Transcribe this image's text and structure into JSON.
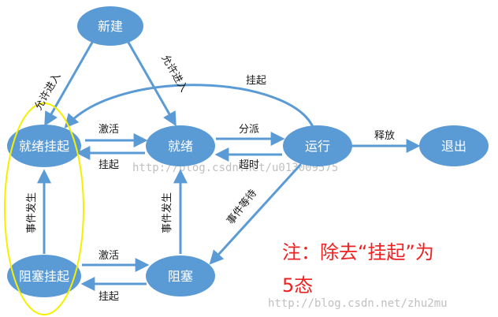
{
  "nodes": {
    "new": "新建",
    "ready": "就绪",
    "running": "运行",
    "exit": "退出",
    "ready_suspend": "就绪挂起",
    "blocked": "阻塞",
    "blocked_suspend": "阻塞挂起"
  },
  "edges": {
    "admit_left": "允许进入",
    "admit_right": "允许进入",
    "suspend_top": "挂起",
    "activate_top": "激活",
    "suspend_mid": "挂起",
    "dispatch": "分派",
    "timeout": "超时",
    "release": "释放",
    "event_occurs_left": "事件发生",
    "event_occurs_mid": "事件发生",
    "event_wait": "事件等待",
    "activate_bottom": "激活",
    "suspend_bottom": "挂起"
  },
  "note": {
    "line1": "注：除去“挂起”为",
    "line2": "5态"
  },
  "watermarks": {
    "top": "http://blog.csdn.net/u013009575",
    "bottom": "http://blog.csdn.net/zhu2mu"
  },
  "colors": {
    "node_fill": "#5b9bd5",
    "arrow": "#5b9bd5",
    "highlight_ellipse": "#f5f000",
    "note": "#ee2222"
  }
}
